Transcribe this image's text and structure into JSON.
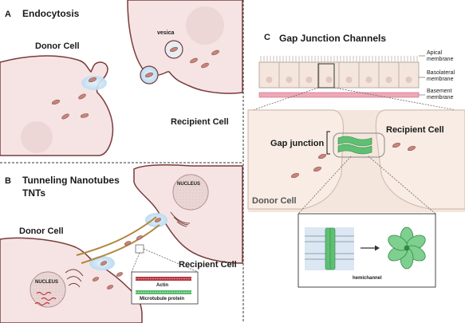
{
  "panelA": {
    "letter": "A",
    "title": "Endocytosis",
    "donor": "Donor Cell",
    "recipient": "Recipient Cell",
    "vesicle": "vesica"
  },
  "panelB": {
    "letter": "B",
    "title_line1": "Tunneling Nanotubes",
    "title_line2": "TNTs",
    "donor": "Donor Cell",
    "recipient": "Recipient Cell",
    "nucleus_top": "NUCLEUS",
    "nucleus_bottom": "NUCLEUS",
    "legend_actin": "Actin",
    "legend_microtubule": "Microtubule protein"
  },
  "panelC": {
    "letter": "C",
    "title": "Gap Junction Channels",
    "apical": [
      "Apical",
      "membrane"
    ],
    "basolateral": [
      "Basolateral",
      "membrane"
    ],
    "basement": [
      "Basement",
      "membrane"
    ],
    "gap_junction": "Gap junction",
    "recipient": "Recipient Cell",
    "donor": "Donor Cell",
    "hemichannel": "hemichannel"
  },
  "colors": {
    "cell_fill": "#f6e4e4",
    "cell_stroke": "#7a3b3b",
    "vesicle_glow": "#cfe6f5",
    "cargo": "#c9857b",
    "nucleus": "#e2cccc",
    "epithelium": "#f4e6dc",
    "basement": "#f0a7b8",
    "junction_green": "#5fbf73"
  }
}
